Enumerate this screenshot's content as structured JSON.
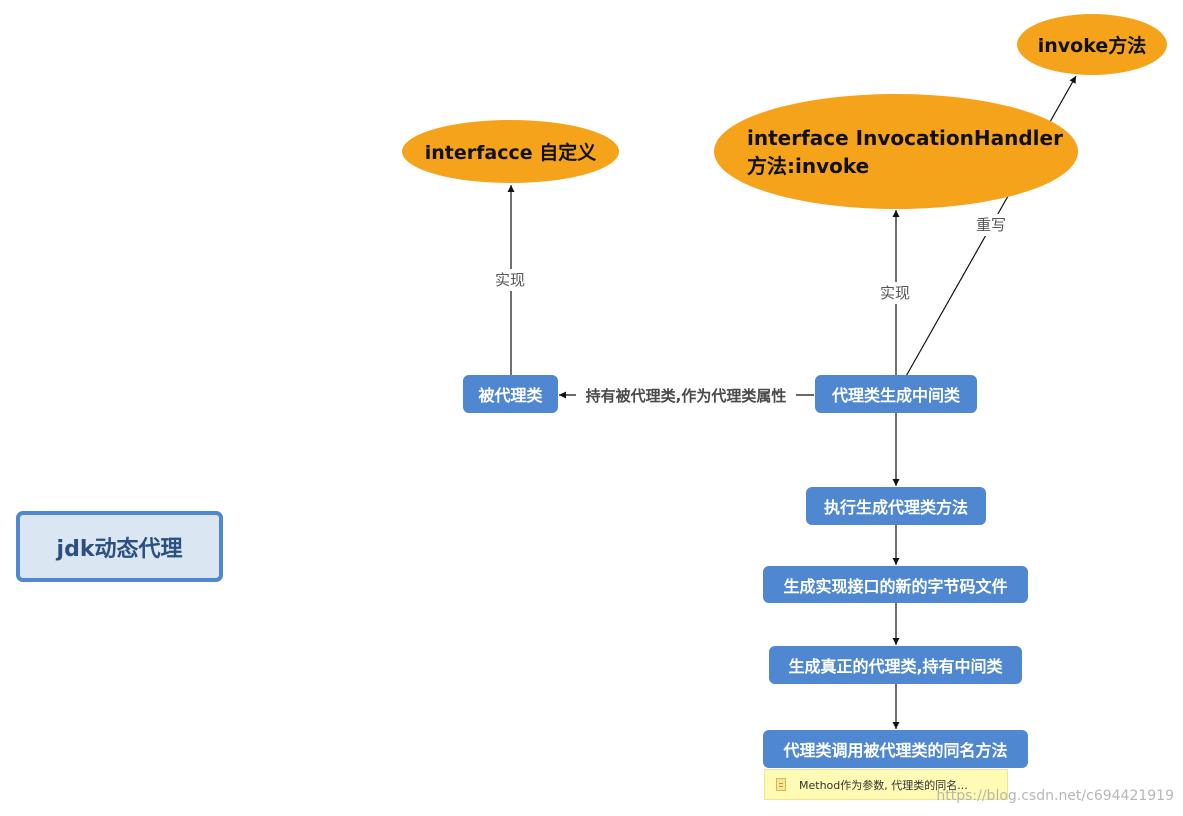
{
  "diagram": {
    "root": {
      "label": "jdk动态代理"
    },
    "nodes": {
      "interface_custom": "interfacce 自定义",
      "invocation_handler": {
        "line1": "interface InvocationHandler",
        "line2": "方法:invoke"
      },
      "invoke_method": "invoke方法",
      "proxied_class": "被代理类",
      "proxy_generates_intermediate": "代理类生成中间类",
      "execute_generate_proxy_method": "执行生成代理类方法",
      "generate_bytecode_file": "生成实现接口的新的字节码文件",
      "generate_real_proxy": "生成真正的代理类,持有中间类",
      "proxy_calls_same_method": "代理类调用被代理类的同名方法"
    },
    "edge_labels": {
      "implements_left": "实现",
      "implements_right": "实现",
      "override": "重写",
      "holds_proxied": "持有被代理类,作为代理类属性"
    },
    "note": {
      "text": "Method作为参数, 代理类的同名..."
    }
  },
  "watermark": "https://blog.csdn.net/c694421919",
  "colors": {
    "ellipse_fill": "#f5a31a",
    "box_fill": "#4f87d1",
    "root_fill": "#dbe6f3",
    "root_border": "#4f87d1",
    "note_fill": "#fffbb5"
  }
}
